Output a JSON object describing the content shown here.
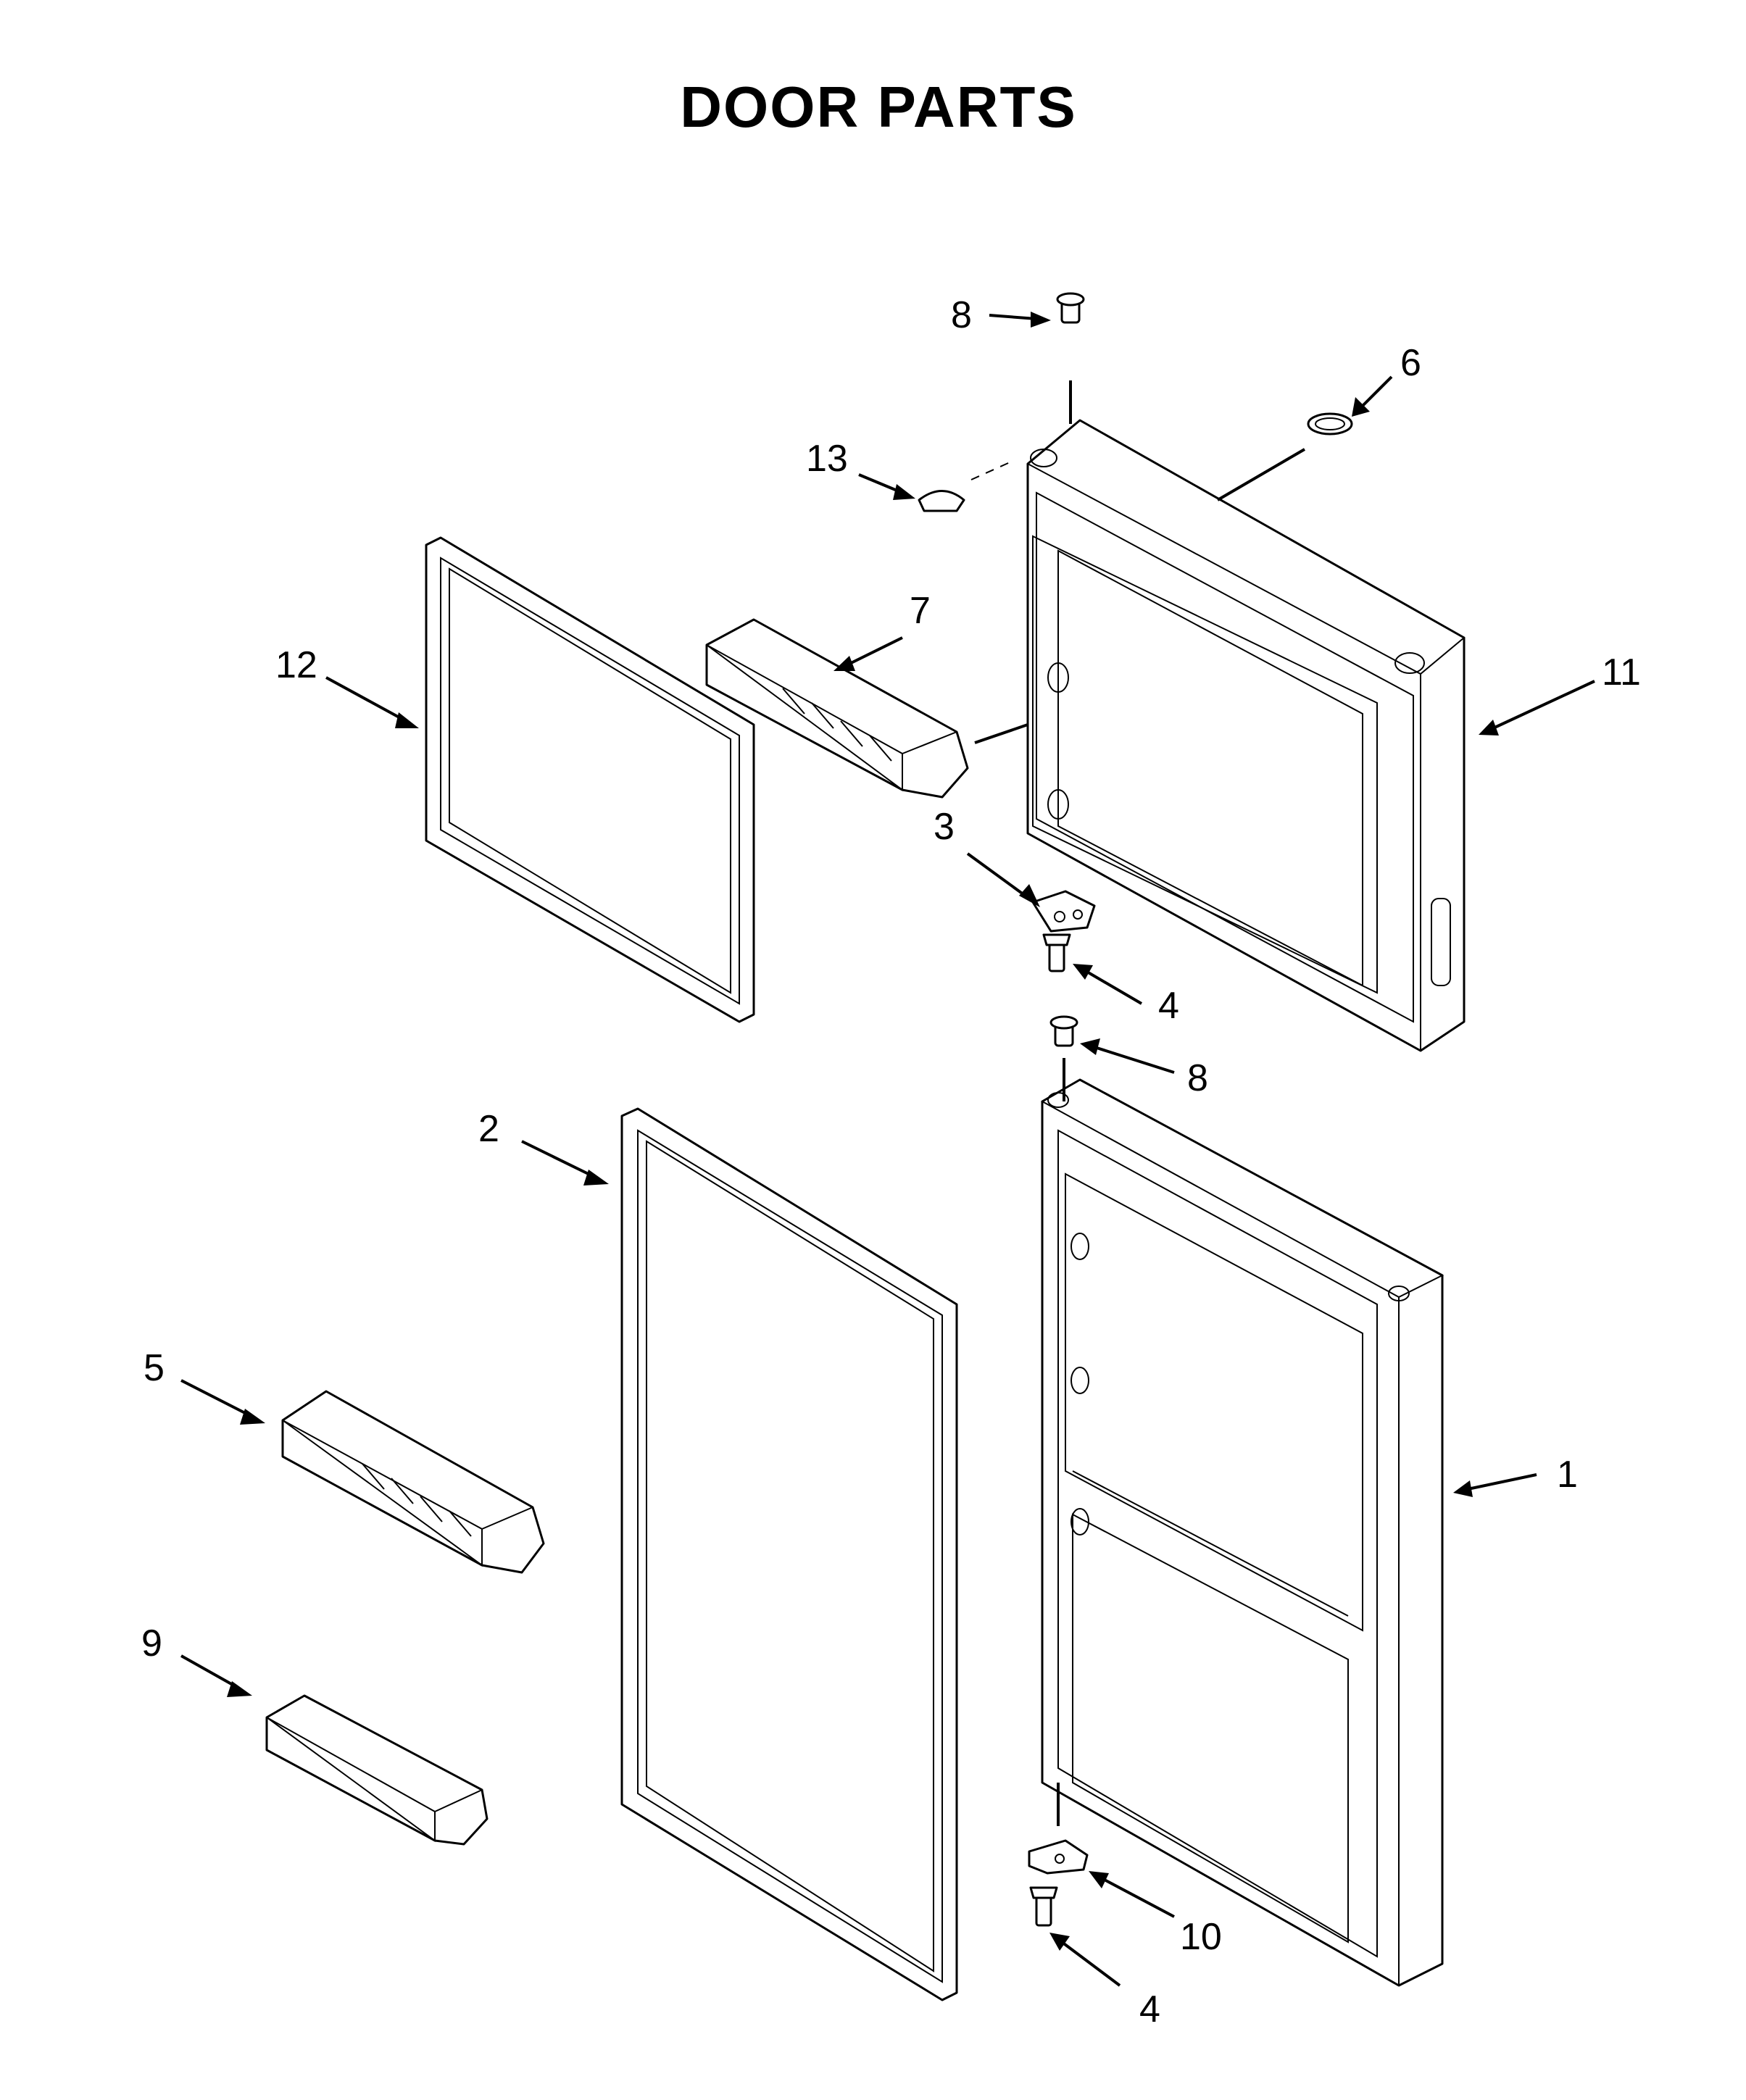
{
  "title": "DOOR PARTS",
  "callouts": {
    "c1": "1",
    "c2": "2",
    "c3": "3",
    "c4_upper": "4",
    "c4_lower": "4",
    "c5": "5",
    "c6": "6",
    "c7": "7",
    "c8_upper": "8",
    "c8_lower": "8",
    "c9": "9",
    "c10": "10",
    "c11": "11",
    "c12": "12",
    "c13": "13"
  }
}
